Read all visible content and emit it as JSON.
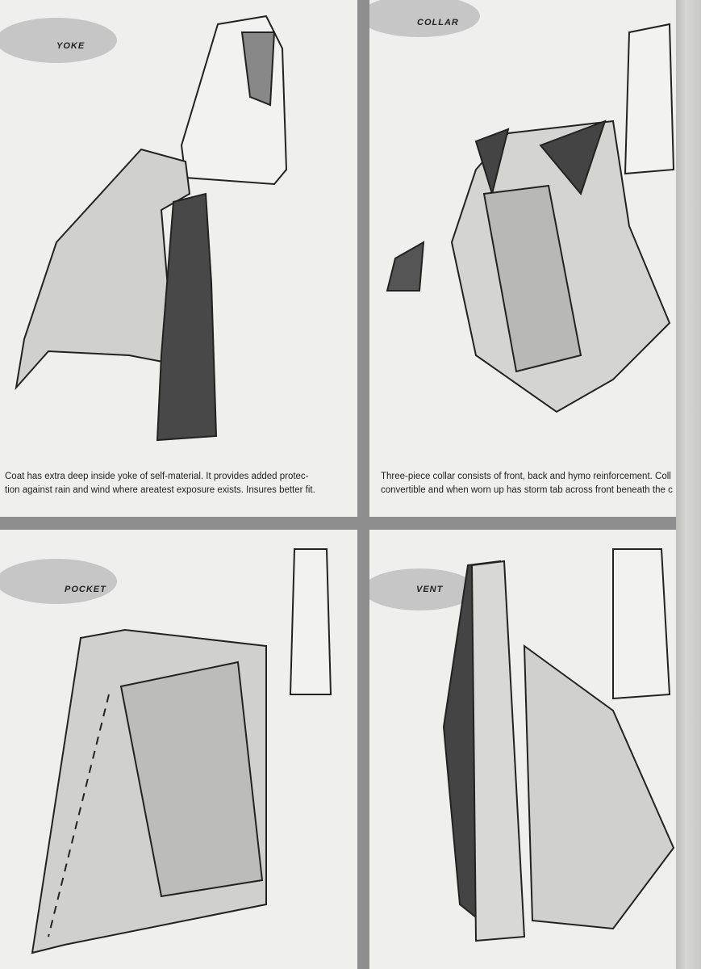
{
  "panels": {
    "yoke": {
      "label": "YOKE",
      "caption_lines": [
        "Coat has extra deep inside yoke of self-material. It provides added protec-",
        "tion against rain and wind where areatest exposure exists. Insures better fit."
      ]
    },
    "collar": {
      "label": "COLLAR",
      "caption_lines": [
        "Three-piece collar consists of front, back and hymo reinforcement. Coll",
        "convertible and when worn up has storm tab across front beneath the c"
      ]
    },
    "pocket": {
      "label": "POCKET"
    },
    "vent": {
      "label": "VENT"
    }
  }
}
